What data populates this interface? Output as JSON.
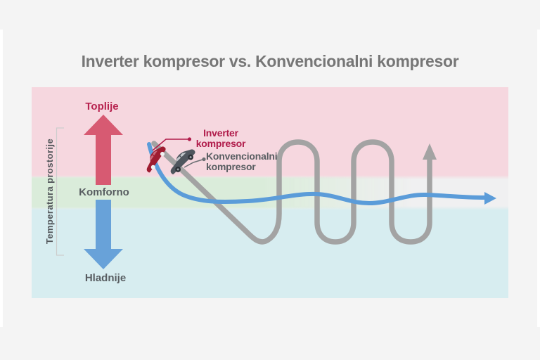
{
  "title": {
    "text": "Inverter kompresor vs. Konvencionalni kompresor",
    "color": "#767676"
  },
  "y_axis": {
    "label": "Temperatura prostorije",
    "warmer": {
      "text": "Toplije",
      "text_color": "#b72350",
      "arrow_color": "#d75a72"
    },
    "comfort": {
      "text": "Komforno",
      "text_color": "#585d61"
    },
    "colder": {
      "text": "Hladnije",
      "text_color": "#585d61",
      "arrow_color": "#68a2d9"
    }
  },
  "series": {
    "inverter": {
      "label": "Inverter kompresor",
      "label_color": "#b01b4a",
      "line_color": "#5b9cd9",
      "icon": "red-car-icon",
      "behavior": "stays level inside comfort zone"
    },
    "conventional": {
      "label": "Konvencionalni kompresor",
      "label_color": "#585d61",
      "line_color": "#a3a3a3",
      "icon": "gray-car-icon",
      "behavior": "oscillates between warm and cold zones"
    }
  },
  "zones": {
    "warm_color": "#f6d7df",
    "comfort_color": "#daecda",
    "cold_color": "#d7edf0",
    "panel_color": "#f4f4f4"
  }
}
